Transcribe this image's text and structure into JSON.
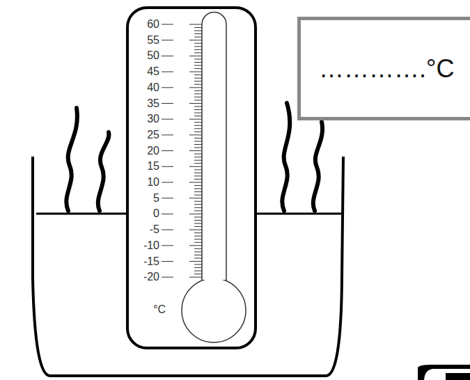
{
  "diagram": {
    "nodes": [
      {
        "text": [
          "………….°C"
        ]
      }
    ],
    "labels": [
      "60",
      "55",
      "50",
      "45",
      "40",
      "35",
      "30",
      "25",
      "20",
      "15",
      "10",
      "5",
      "0",
      "-5",
      "-10",
      "-15",
      "-20",
      "°C"
    ]
  }
}
